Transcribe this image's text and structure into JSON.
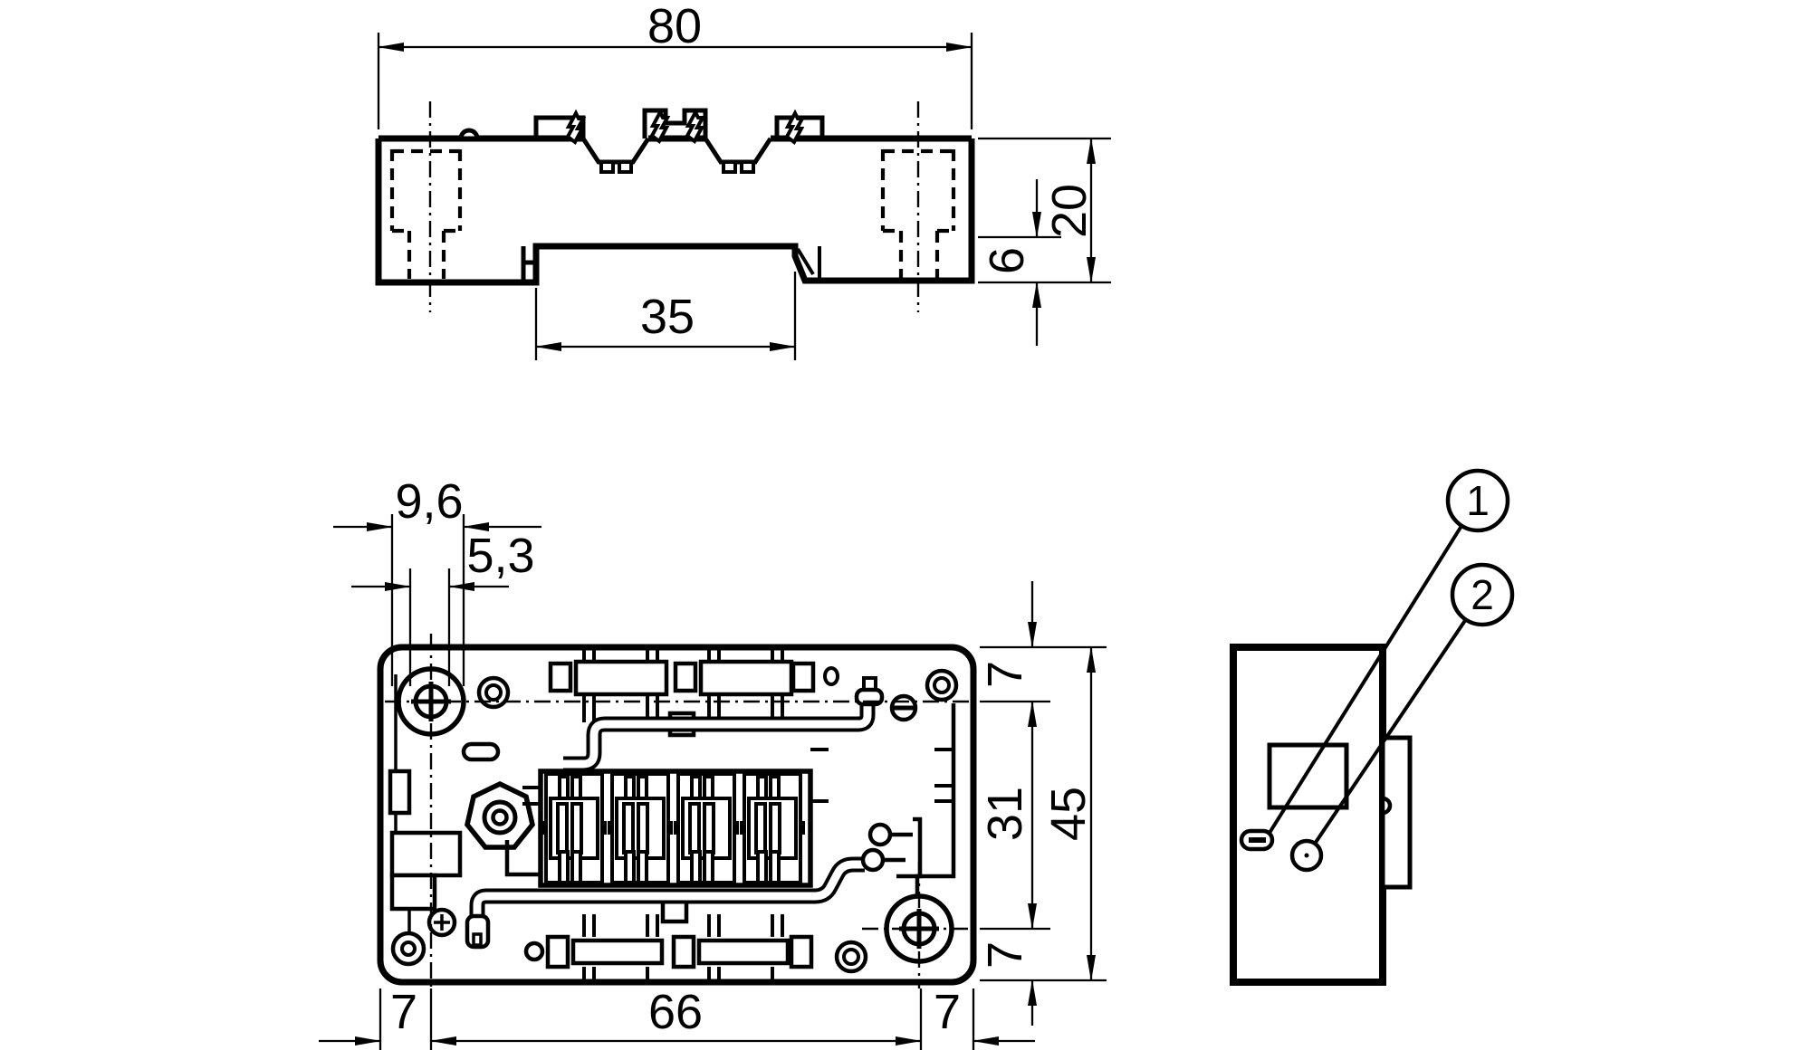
{
  "drawing": {
    "colors": {
      "ink": "#000000",
      "paper": "#ffffff"
    },
    "dimensions": {
      "overall_width": "80",
      "rail_width": "35",
      "profile_height": "20",
      "lip_depth": "6",
      "slot_width_outer": "9,6",
      "slot_width_inner": "5,3",
      "screw_offset_top": "7",
      "screw_spacing_vertical": "31",
      "overall_height": "45",
      "screw_offset_bottom": "7",
      "screw_offset_left": "7",
      "screw_spacing_horizontal": "66",
      "screw_offset_right": "7"
    },
    "callouts": {
      "callout_1": "1",
      "callout_2": "2"
    }
  }
}
